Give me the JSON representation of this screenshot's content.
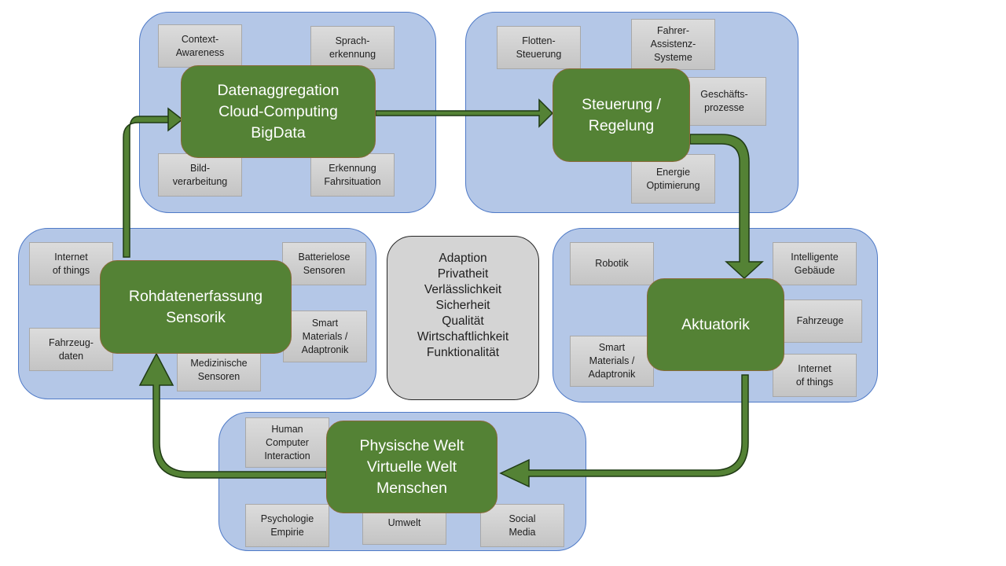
{
  "diagram": {
    "colors": {
      "region_fill": "#b4c7e7",
      "region_border": "#4f7ac7",
      "core_fill": "#548235",
      "tag_fill": "#d0d0d0",
      "values_fill": "#d4d4d4"
    },
    "clusters": {
      "aggregation": {
        "core": "Datenaggregation\nCloud-Computing\nBigData",
        "tags": [
          "Context-\nAwareness",
          "Sprach-\nerkennung",
          "Bild-\nverarbeitung",
          "Erkennung\nFahrsituation"
        ]
      },
      "control": {
        "core": "Steuerung /\nRegelung",
        "tags": [
          "Flotten-\nSteuerung",
          "Fahrer-\nAssistenz-\nSysteme",
          "Geschäfts-\nprozesse",
          "Energie\nOptimierung"
        ]
      },
      "sensing": {
        "core": "Rohdatenerfassung\nSensorik",
        "tags": [
          "Internet\nof things",
          "Batterielose\nSensoren",
          "Smart\nMaterials /\nAdaptronik",
          "Fahrzeug-\ndaten",
          "Medizinische\nSensoren"
        ]
      },
      "actuation": {
        "core": "Aktuatorik",
        "tags": [
          "Robotik",
          "Intelligente\nGebäude",
          "Fahrzeuge",
          "Smart\nMaterials /\nAdaptronik",
          "Internet\nof things"
        ]
      },
      "world": {
        "core": "Physische Welt\nVirtuelle Welt\nMenschen",
        "tags": [
          "Human\nComputer\nInteraction",
          "Psychologie\nEmpirie",
          "Umwelt",
          "Social\nMedia"
        ]
      }
    },
    "values": [
      "Adaption",
      "Privatheit",
      "Verlässlichkeit",
      "Sicherheit",
      "Qualität",
      "Wirtschaftlichkeit",
      "Funktionalität"
    ],
    "flow": [
      "Rohdatenerfassung Sensorik",
      "Datenaggregation Cloud-Computing BigData",
      "Steuerung / Regelung",
      "Aktuatorik",
      "Physische Welt Virtuelle Welt Menschen",
      "Rohdatenerfassung Sensorik"
    ]
  }
}
